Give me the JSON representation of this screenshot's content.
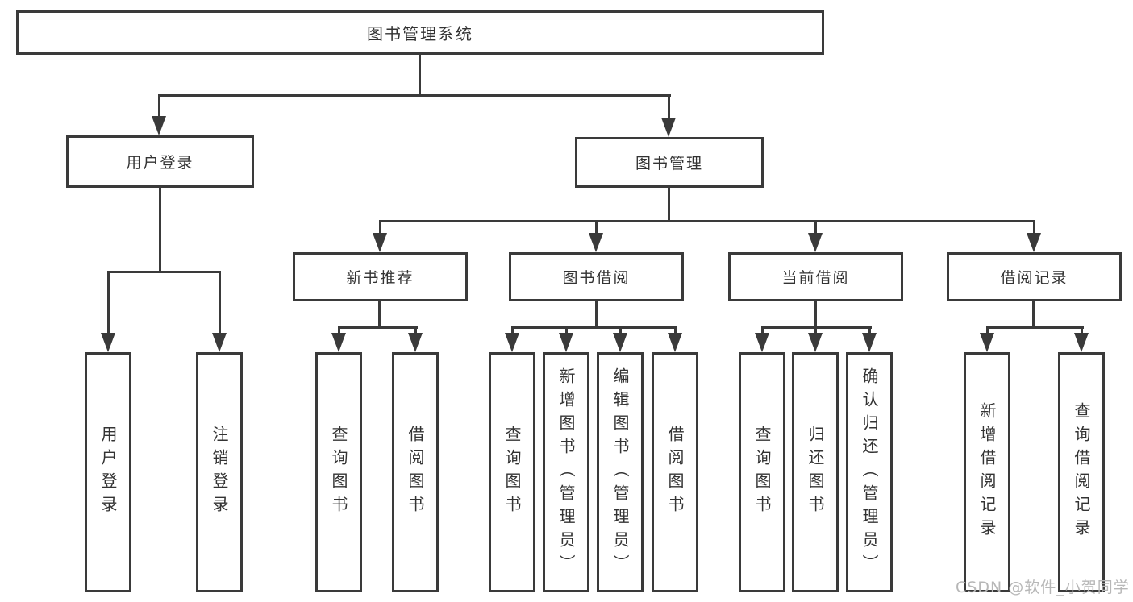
{
  "nodes": {
    "root": {
      "label": "图书管理系统"
    },
    "user_login": {
      "label": "用户登录"
    },
    "book_management": {
      "label": "图书管理"
    },
    "new_book_recommend": {
      "label": "新书推荐"
    },
    "book_borrow": {
      "label": "图书借阅"
    },
    "current_borrow": {
      "label": "当前借阅"
    },
    "borrow_record": {
      "label": "借阅记录"
    },
    "ul_user_login": {
      "label": "用户登录"
    },
    "ul_logout": {
      "label": "注销登录"
    },
    "nb_query_book": {
      "label": "查询图书"
    },
    "nb_borrow_book": {
      "label": "借阅图书"
    },
    "bb_query_book": {
      "label": "查询图书"
    },
    "bb_add_book": {
      "label": "新增图书（管理员）"
    },
    "bb_edit_book": {
      "label": "编辑图书（管理员）"
    },
    "bb_borrow_book": {
      "label": "借阅图书"
    },
    "cb_query_book": {
      "label": "查询图书"
    },
    "cb_return_book": {
      "label": "归还图书"
    },
    "cb_confirm_return": {
      "label": "确认归还（管理员）"
    },
    "br_add_record": {
      "label": "新增借阅记录"
    },
    "br_query_record": {
      "label": "查询借阅记录"
    }
  },
  "hierarchy": {
    "图书管理系统": {
      "用户登录": [
        "用户登录",
        "注销登录"
      ],
      "图书管理": {
        "新书推荐": [
          "查询图书",
          "借阅图书"
        ],
        "图书借阅": [
          "查询图书",
          "新增图书（管理员）",
          "编辑图书（管理员）",
          "借阅图书"
        ],
        "当前借阅": [
          "查询图书",
          "归还图书",
          "确认归还（管理员）"
        ],
        "借阅记录": [
          "新增借阅记录",
          "查询借阅记录"
        ]
      }
    }
  },
  "watermark": {
    "text": "CSDN @软件_小贺同学"
  },
  "colors": {
    "line": "#3a3a3a",
    "text": "#333333",
    "watermark": "#b7b7b7",
    "background": "#ffffff"
  }
}
